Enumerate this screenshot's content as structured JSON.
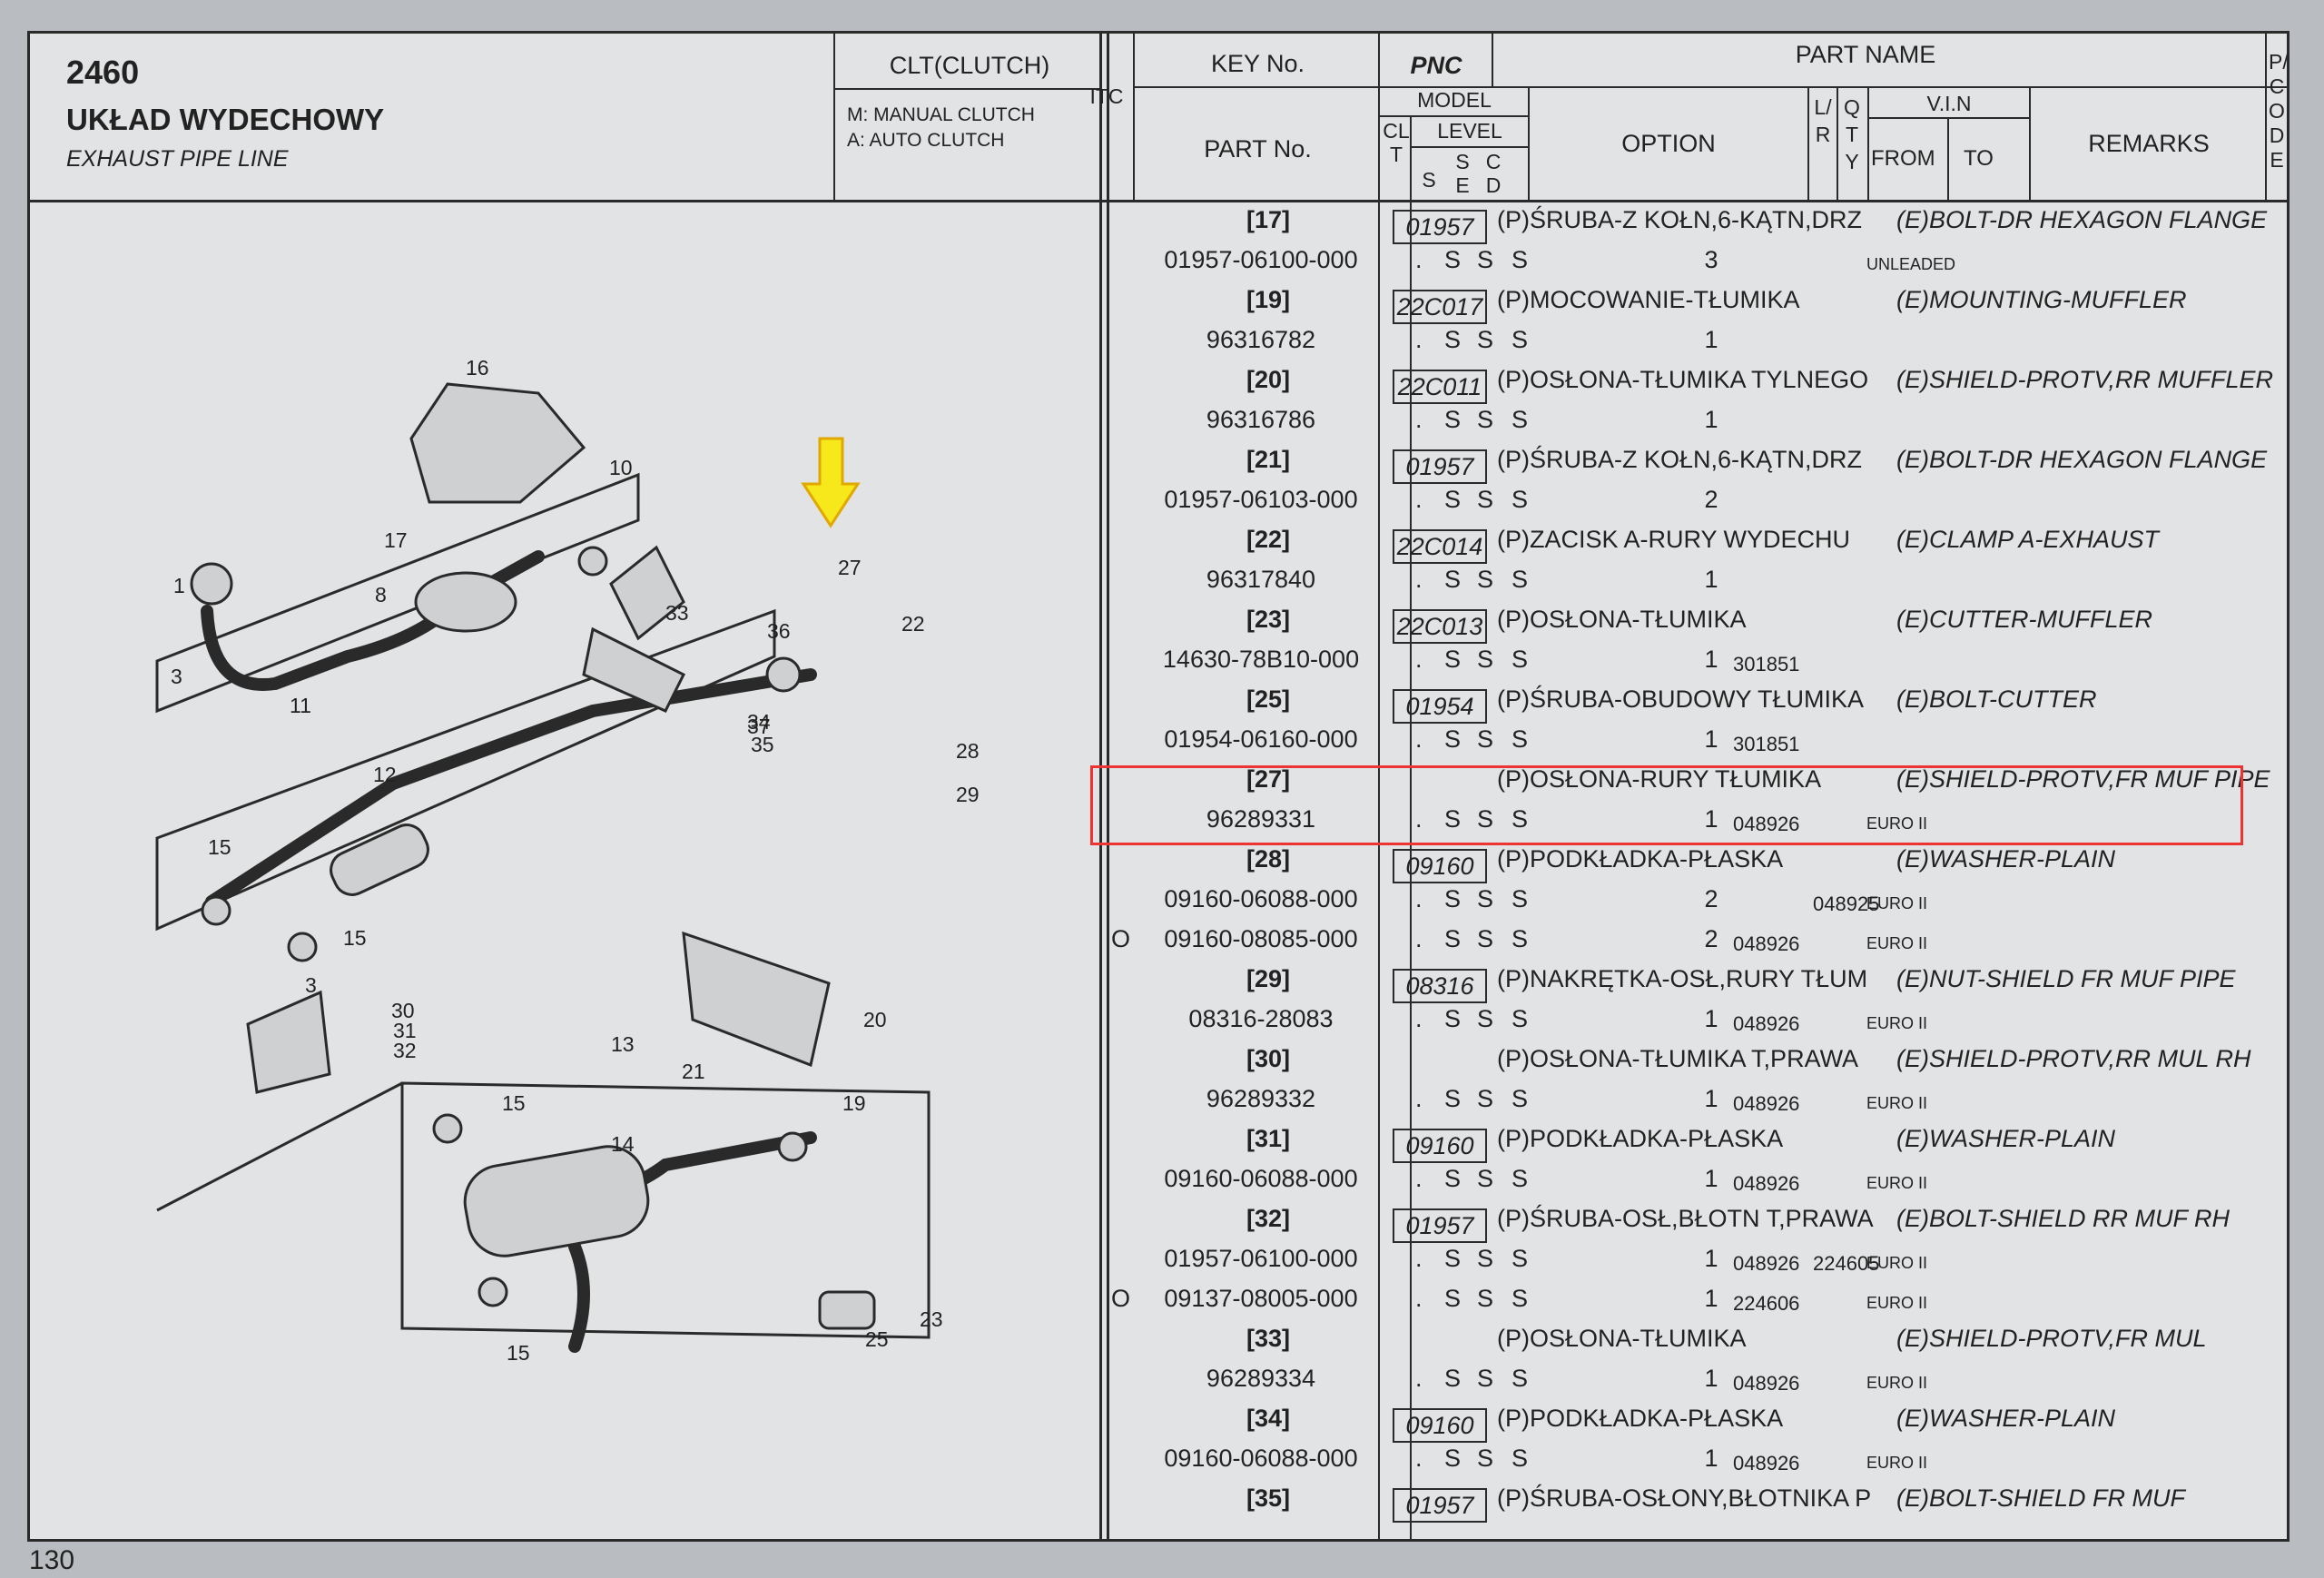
{
  "header": {
    "code": "2460",
    "title_pl": "UKŁAD WYDECHOWY",
    "title_en": "EXHAUST PIPE LINE",
    "clutch_title": "CLT(CLUTCH)",
    "clutch_m": "M: MANUAL CLUTCH",
    "clutch_a": "A: AUTO CLUTCH",
    "itc": "ITC",
    "key_no": "KEY No.",
    "pnc": "PNC",
    "part_no": "PART No.",
    "part_name": "PART NAME",
    "model": "MODEL",
    "clt": "CLT",
    "level": "LEVEL",
    "lv_s": "S",
    "lv_se": "SE",
    "lv_cd": "CD",
    "option": "OPTION",
    "lr": "L/R",
    "qty": "QTY",
    "vin": "V.I.N",
    "from": "FROM",
    "to": "TO",
    "remarks": "REMARKS",
    "picode": "P/CODE"
  },
  "page_number": "130",
  "callouts": [
    "16",
    "10",
    "17",
    "1",
    "8",
    "3",
    "33",
    "36",
    "27",
    "22",
    "11",
    "34",
    "37",
    "28",
    "35",
    "12",
    "29",
    "15",
    "15",
    "3",
    "30",
    "31",
    "32",
    "20",
    "21",
    "13",
    "15",
    "19",
    "14",
    "15",
    "23",
    "25"
  ],
  "rows": [
    {
      "type": "key",
      "key": "[17]",
      "pnc": "01957",
      "pl": "(P)ŚRUBA-Z KOŁN,6-KĄTN,DRZ",
      "en": "(E)BOLT-DR HEXAGON FLANGE"
    },
    {
      "type": "part",
      "pno": "01957-06100-000",
      "lv": [
        ".",
        "S",
        "S",
        "S"
      ],
      "qty": "3",
      "rem": "UNLEADED"
    },
    {
      "type": "key",
      "key": "[19]",
      "pnc": "22C017",
      "pl": "(P)MOCOWANIE-TŁUMIKA",
      "en": "(E)MOUNTING-MUFFLER"
    },
    {
      "type": "part",
      "pno": "96316782",
      "lv": [
        ".",
        "S",
        "S",
        "S"
      ],
      "qty": "1"
    },
    {
      "type": "key",
      "key": "[20]",
      "pnc": "22C011",
      "pl": "(P)OSŁONA-TŁUMIKA TYLNEGO",
      "en": "(E)SHIELD-PROTV,RR MUFFLER"
    },
    {
      "type": "part",
      "pno": "96316786",
      "lv": [
        ".",
        "S",
        "S",
        "S"
      ],
      "qty": "1"
    },
    {
      "type": "key",
      "key": "[21]",
      "pnc": "01957",
      "pl": "(P)ŚRUBA-Z KOŁN,6-KĄTN,DRZ",
      "en": "(E)BOLT-DR HEXAGON FLANGE"
    },
    {
      "type": "part",
      "pno": "01957-06103-000",
      "lv": [
        ".",
        "S",
        "S",
        "S"
      ],
      "qty": "2"
    },
    {
      "type": "key",
      "key": "[22]",
      "pnc": "22C014",
      "pl": "(P)ZACISK A-RURY WYDECHU",
      "en": "(E)CLAMP A-EXHAUST"
    },
    {
      "type": "part",
      "pno": "96317840",
      "lv": [
        ".",
        "S",
        "S",
        "S"
      ],
      "qty": "1"
    },
    {
      "type": "key",
      "key": "[23]",
      "pnc": "22C013",
      "pl": "(P)OSŁONA-TŁUMIKA",
      "en": "(E)CUTTER-MUFFLER"
    },
    {
      "type": "part",
      "pno": "14630-78B10-000",
      "lv": [
        ".",
        "S",
        "S",
        "S"
      ],
      "qty": "1",
      "from": "301851"
    },
    {
      "type": "key",
      "key": "[25]",
      "pnc": "01954",
      "pl": "(P)ŚRUBA-OBUDOWY TŁUMIKA",
      "en": "(E)BOLT-CUTTER"
    },
    {
      "type": "part",
      "pno": "01954-06160-000",
      "lv": [
        ".",
        "S",
        "S",
        "S"
      ],
      "qty": "1",
      "from": "301851"
    },
    {
      "type": "key",
      "key": "[27]",
      "pnc": "",
      "pl": "(P)OSŁONA-RURY TŁUMIKA",
      "en": "(E)SHIELD-PROTV,FR MUF PIPE"
    },
    {
      "type": "part",
      "pno": "96289331",
      "lv": [
        ".",
        "S",
        "S",
        "S"
      ],
      "qty": "1",
      "from": "048926",
      "rem": "EURO II"
    },
    {
      "type": "key",
      "key": "[28]",
      "pnc": "09160",
      "pl": "(P)PODKŁADKA-PŁASKA",
      "en": "(E)WASHER-PLAIN"
    },
    {
      "type": "part",
      "pno": "09160-06088-000",
      "lv": [
        ".",
        "S",
        "S",
        "S"
      ],
      "qty": "2",
      "to": "048925",
      "rem": "EURO II"
    },
    {
      "type": "part",
      "ctc": "O",
      "pno": "09160-08085-000",
      "lv": [
        ".",
        "S",
        "S",
        "S"
      ],
      "qty": "2",
      "from": "048926",
      "rem": "EURO II"
    },
    {
      "type": "key",
      "key": "[29]",
      "pnc": "08316",
      "pl": "(P)NAKRĘTKA-OSŁ,RURY TŁUM",
      "en": "(E)NUT-SHIELD FR MUF PIPE"
    },
    {
      "type": "part",
      "pno": "08316-28083",
      "lv": [
        ".",
        "S",
        "S",
        "S"
      ],
      "qty": "1",
      "from": "048926",
      "rem": "EURO II"
    },
    {
      "type": "key",
      "key": "[30]",
      "pnc": "",
      "pl": "(P)OSŁONA-TŁUMIKA T,PRAWA",
      "en": "(E)SHIELD-PROTV,RR MUL  RH"
    },
    {
      "type": "part",
      "pno": "96289332",
      "lv": [
        ".",
        "S",
        "S",
        "S"
      ],
      "qty": "1",
      "from": "048926",
      "rem": "EURO II"
    },
    {
      "type": "key",
      "key": "[31]",
      "pnc": "09160",
      "pl": "(P)PODKŁADKA-PŁASKA",
      "en": "(E)WASHER-PLAIN"
    },
    {
      "type": "part",
      "pno": "09160-06088-000",
      "lv": [
        ".",
        "S",
        "S",
        "S"
      ],
      "qty": "1",
      "from": "048926",
      "rem": "EURO II"
    },
    {
      "type": "key",
      "key": "[32]",
      "pnc": "01957",
      "pl": "(P)ŚRUBA-OSŁ,BŁOTN T,PRAWA",
      "en": "(E)BOLT-SHIELD RR MUF RH"
    },
    {
      "type": "part",
      "pno": "01957-06100-000",
      "lv": [
        ".",
        "S",
        "S",
        "S"
      ],
      "qty": "1",
      "from": "048926",
      "to": "224605",
      "rem": "EURO II"
    },
    {
      "type": "part",
      "ctc": "O",
      "pno": "09137-08005-000",
      "lv": [
        ".",
        "S",
        "S",
        "S"
      ],
      "qty": "1",
      "from": "224606",
      "rem": "EURO II"
    },
    {
      "type": "key",
      "key": "[33]",
      "pnc": "",
      "pl": "(P)OSŁONA-TŁUMIKA",
      "en": "(E)SHIELD-PROTV,FR MUL"
    },
    {
      "type": "part",
      "pno": "96289334",
      "lv": [
        ".",
        "S",
        "S",
        "S"
      ],
      "qty": "1",
      "from": "048926",
      "rem": "EURO II"
    },
    {
      "type": "key",
      "key": "[34]",
      "pnc": "09160",
      "pl": "(P)PODKŁADKA-PŁASKA",
      "en": "(E)WASHER-PLAIN"
    },
    {
      "type": "part",
      "pno": "09160-06088-000",
      "lv": [
        ".",
        "S",
        "S",
        "S"
      ],
      "qty": "1",
      "from": "048926",
      "rem": "EURO II"
    },
    {
      "type": "key",
      "key": "[35]",
      "pnc": "01957",
      "pl": "(P)ŚRUBA-OSŁONY,BŁOTNIKA P",
      "en": "(E)BOLT-SHIELD FR  MUF"
    }
  ],
  "colors": {
    "highlight_box": "#e33333",
    "arrow_fill": "#f6e81a",
    "arrow_stroke": "#e0a800",
    "ink": "#2a2a2a",
    "paper": "#e2e3e4"
  }
}
